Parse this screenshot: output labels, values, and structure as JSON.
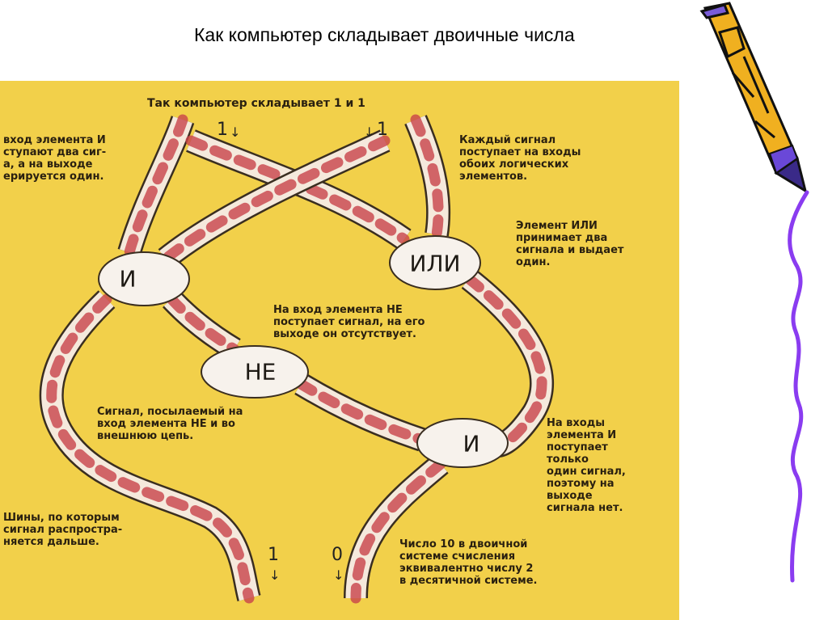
{
  "slide": {
    "title": "Как компьютер складывает  двоичные числа"
  },
  "diagram": {
    "heading": "Так компьютер складывает 1 и 1",
    "nodes": {
      "and_top": "И",
      "or": "ИЛИ",
      "not": "НЕ",
      "and_bottom": "И"
    },
    "signals": {
      "in_left": "1",
      "in_right": "1",
      "out_left": "1",
      "out_right": "0"
    },
    "notes": {
      "and_input": "вход элемента И\nступают два сиг-\nа, а на выходе\nерируется один.",
      "each_signal": "Каждый сигнал\nпоступает на входы\nобоих логических\nэлементов.",
      "or_element": "Элемент ИЛИ\nпринимает два\nсигнала и выдает\nодин.",
      "not_input": "На вход элемента НЕ\nпоступает сигнал, на его\nвыходе он отсутствует.",
      "signal_sent": "Сигнал, посылаемый на\nвход элемента НЕ и во\nвнешнюю цепь.",
      "and_inputs_one": "На входы\nэлемента И\nпоступает\nтолько\nодин сигнал,\nпоэтому на\nвыходе\nсигнала нет.",
      "buses": "Шины, по которым\nсигнал распростра-\nняется дальше.",
      "number_10": "Число 10 в двоичной\nсистеме счисления\nэквивалентно числу 2\nв десятичной системе."
    },
    "colors": {
      "background": "#f2d04a",
      "bus_fill": "#f5e9dc",
      "bus_signal": "#c8424a",
      "node_fill": "#f7f2ec",
      "pencil_body": "#f0b020",
      "decor_line": "#8a3cf0"
    }
  }
}
